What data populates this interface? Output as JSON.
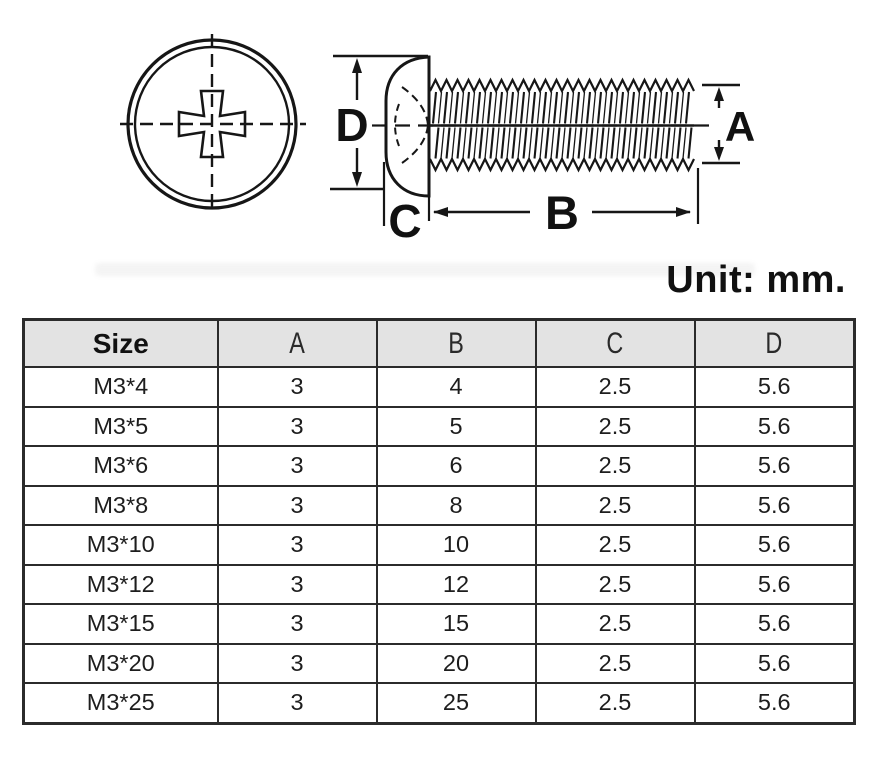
{
  "unit_label": "Unit: mm.",
  "diagram": {
    "dimension_labels": {
      "A": "A",
      "B": "B",
      "C": "C",
      "D": "D"
    }
  },
  "table": {
    "headers": [
      "Size",
      "A",
      "B",
      "C",
      "D"
    ],
    "rows": [
      [
        "M3*4",
        "3",
        "4",
        "2.5",
        "5.6"
      ],
      [
        "M3*5",
        "3",
        "5",
        "2.5",
        "5.6"
      ],
      [
        "M3*6",
        "3",
        "6",
        "2.5",
        "5.6"
      ],
      [
        "M3*8",
        "3",
        "8",
        "2.5",
        "5.6"
      ],
      [
        "M3*10",
        "3",
        "10",
        "2.5",
        "5.6"
      ],
      [
        "M3*12",
        "3",
        "12",
        "2.5",
        "5.6"
      ],
      [
        "M3*15",
        "3",
        "15",
        "2.5",
        "5.6"
      ],
      [
        "M3*20",
        "3",
        "20",
        "2.5",
        "5.6"
      ],
      [
        "M3*25",
        "3",
        "25",
        "2.5",
        "5.6"
      ]
    ]
  },
  "colors": {
    "line": "#161616",
    "table_border": "#2b2b2b",
    "header_bg": "#e3e3e3",
    "background": "#ffffff"
  }
}
